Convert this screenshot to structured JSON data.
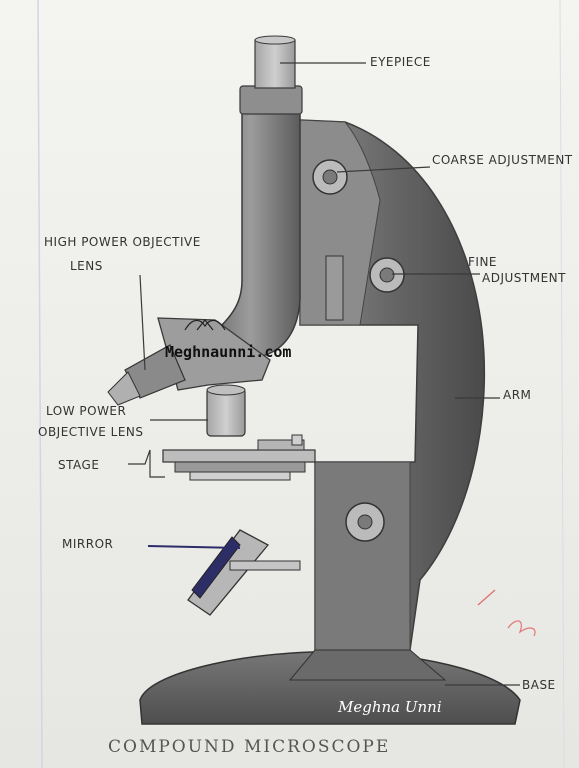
{
  "labels": {
    "eyepiece": "EYEPIECE",
    "coarse_adjustment": "COARSE ADJUSTMENT",
    "fine_line1": "FINE",
    "fine_line2": "ADJUSTMENT",
    "high_power_line1": "HIGH POWER OBJECTIVE",
    "high_power_line2": "LENS",
    "low_power_line1": "LOW POWER",
    "low_power_line2": "OBJECTIVE LENS",
    "stage": "STAGE",
    "mirror": "MIRROR",
    "arm": "ARM",
    "base": "BASE"
  },
  "title": "COMPOUND   MICROSCOPE",
  "watermark": "Meghnaunni.com",
  "signature": "Meghna Unni",
  "colors": {
    "paper": "#efefeb",
    "pencil_dark": "#555555",
    "pencil_mid": "#808080",
    "pencil_light": "#a8a8a8",
    "margin_line": "#d8d8e6"
  }
}
